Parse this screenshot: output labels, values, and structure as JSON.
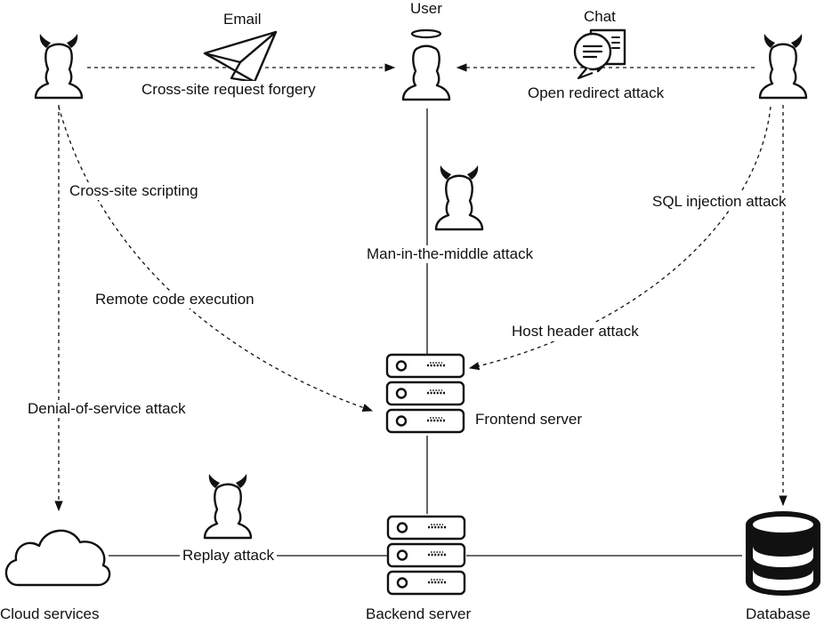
{
  "nodes": {
    "user": "User",
    "email": "Email",
    "chat": "Chat",
    "frontend_server": "Frontend server",
    "backend_server": "Backend server",
    "cloud_services": "Cloud services",
    "database": "Database"
  },
  "attacks": {
    "csrf": "Cross-site request forgery",
    "open_redirect": "Open redirect attack",
    "xss": "Cross-site scripting",
    "sql_injection": "SQL injection attack",
    "mitm": "Man-in-the-middle attack",
    "rce": "Remote code execution",
    "host_header": "Host header attack",
    "dos": "Denial-of-service attack",
    "replay": "Replay attack"
  },
  "icons": {
    "attacker": "devil-person-icon",
    "user": "angel-person-icon",
    "email": "paper-plane-icon",
    "chat": "chat-bubbles-icon",
    "server": "server-rack-icon",
    "cloud": "cloud-icon",
    "database": "database-icon"
  }
}
